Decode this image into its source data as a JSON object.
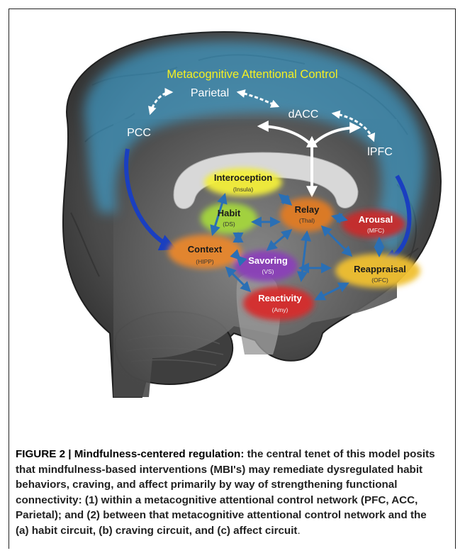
{
  "diagram": {
    "title": "Metacognitive Attentional Control",
    "nodes": {
      "parietal": "Parietal",
      "dacc": "dACC",
      "pcc": "PCC",
      "lpfc": "lPFC",
      "interoception": {
        "name": "Interoception",
        "region": "(Insula)"
      },
      "habit": {
        "name": "Habit",
        "region": "(DS)"
      },
      "relay": {
        "name": "Relay",
        "region": "(Thal)"
      },
      "arousal": {
        "name": "Arousal",
        "region": "(MFC)"
      },
      "context": {
        "name": "Context",
        "region": "(HIPP)"
      },
      "savoring": {
        "name": "Savoring",
        "region": "(VS)"
      },
      "reappraisal": {
        "name": "Reappraisal",
        "region": "(OFC)"
      },
      "reactivity": {
        "name": "Reactivity",
        "region": "(Amy)"
      }
    },
    "colors": {
      "cortex_glow": "#3ab0e8",
      "title_text": "#f5f022",
      "arrow": "#2a6fb5",
      "interoception": "#f3ef3a",
      "habit": "#a4d63b",
      "relay": "#e07b22",
      "arousal": "#c82a2a",
      "context": "#e8872a",
      "savoring": "#8a3fb8",
      "reappraisal": "#f0c030",
      "reactivity": "#d62a2a"
    }
  },
  "caption": {
    "label": "FIGURE 2 | Mindfulness-centered regulation:",
    "body": " the central tenet of this model posits that mindfulness-based interventions (MBI's) may remediate dysregulated habit behaviors, craving, and affect primarily by way of strengthening functional connectivity: (1) within a metacognitive attentional control network (PFC, ACC, Parietal); and (2) between that metacognitive attentional control network and the (a) habit circuit, (b) craving circuit, and (c) affect circuit",
    "end": "."
  }
}
